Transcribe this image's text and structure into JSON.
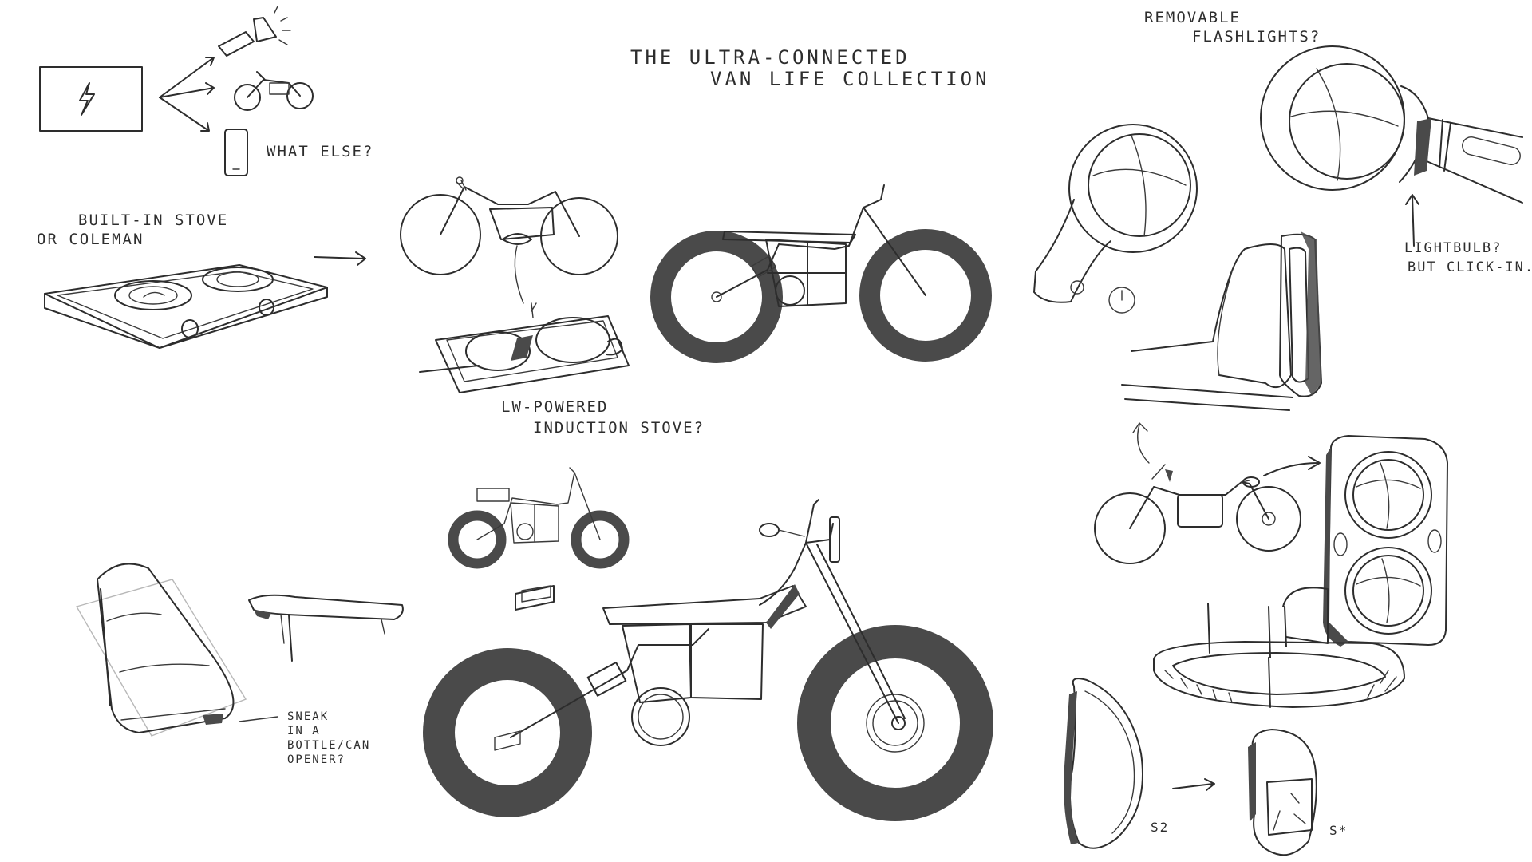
{
  "title": {
    "line1": "THE ULTRA-CONNECTED",
    "line2": "VAN LIFE COLLECTION"
  },
  "labels": {
    "what_else": "WHAT ELSE?",
    "stove_line1": "BUILT-IN STOVE",
    "stove_line2": "OR COLEMAN",
    "induction_line1": "LW-POWERED",
    "induction_line2": "INDUCTION STOVE?",
    "flashlights_line1": "REMOVABLE",
    "flashlights_line2": "FLASHLIGHTS?",
    "lightbulb_line1": "LIGHTBULB?",
    "lightbulb_line2": "BUT CLICK-IN.",
    "opener_line1": "SNEAK",
    "opener_line2": "IN A",
    "opener_line3": "BOTTLE/CAN",
    "opener_line4": "OPENER?",
    "size_s2": "S2",
    "size_s_star": "S*"
  },
  "icons": [
    "battery-bolt-icon",
    "flashlight-icon",
    "motorbike-icon",
    "phone-icon",
    "power-icon"
  ],
  "colors": {
    "ink": "#2d2d2d",
    "tire": "#4a4a4a",
    "paper": "#ffffff"
  }
}
